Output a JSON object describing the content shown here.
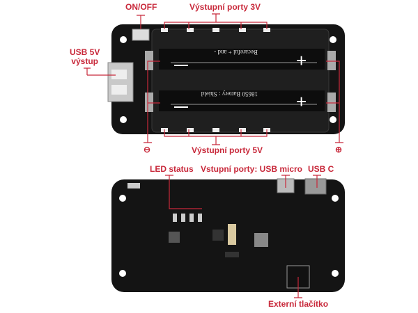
{
  "top_view": {
    "labels": {
      "on_off": "ON/OFF",
      "outputs_3v": "Výstupní porty 3V",
      "usb_output_line1": "USB 5V",
      "usb_output_line2": "výstup",
      "negative": "⊖",
      "outputs_5v": "Výstupní porty 5V",
      "positive": "⊕"
    },
    "silkscreen": {
      "top_cell": "Becareful + and -",
      "bottom_cell": "18650 Battery : Shield"
    }
  },
  "bottom_view": {
    "labels": {
      "led_status": "LED status",
      "input_usb_micro": "Vstupní porty: USB micro",
      "usb_c": "USB C",
      "external_button": "Externí tlačítko"
    }
  },
  "colors": {
    "annotation": "#c8283a",
    "pcb": "#141414",
    "holder": "#1f1f1f"
  }
}
